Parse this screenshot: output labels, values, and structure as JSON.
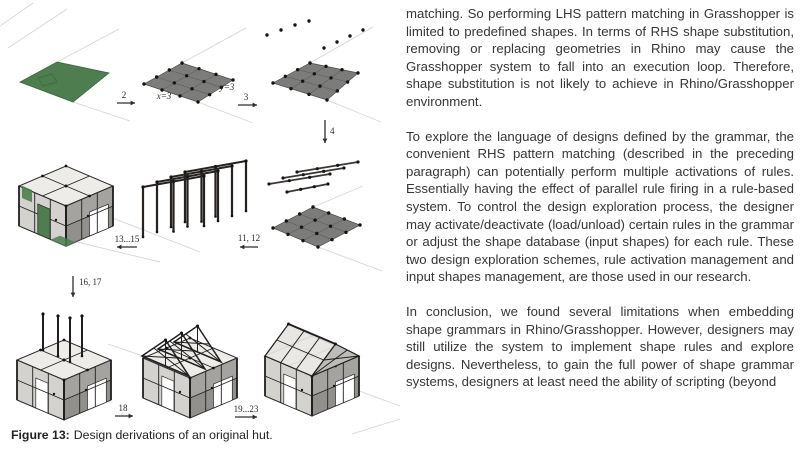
{
  "figure": {
    "caption": {
      "label": "Figure 13:",
      "text": "Design derivations of an original hut."
    },
    "labels": {
      "step_2": "2",
      "x_dim": "x=3",
      "y_dim": "y=3",
      "step_3": "3",
      "step_4": "4",
      "step_11_12": "11, 12",
      "step_13_15": "13...15",
      "step_16_17": "16, 17",
      "step_18": "18",
      "step_19_23": "19...23"
    },
    "colors": {
      "ground_green": "#4e7e50",
      "plane_gray": "#7c7c7a",
      "frame_dark": "#262220",
      "dot_black": "#151515"
    }
  },
  "article": {
    "paragraphs": [
      "matching. So performing LHS pattern matching in Grasshopper is limited to predefined shapes. In terms of RHS shape substitution, removing or replacing geometries in Rhino may cause the Grasshopper system to fall into an execution loop. Therefore, shape substitution is not likely to achieve in Rhino/Grasshopper environment.",
      "To explore the language of designs defined by the grammar, the convenient RHS pattern matching (described in the preceding paragraph) can potentially perform multiple activations of rules. Essentially having the effect of parallel rule firing in a rule-based system. To control the design exploration process, the designer may activate/deactivate (load/unload) certain rules in the grammar or adjust the shape database (input shapes) for each rule. These two design exploration schemes, rule activation management and input shapes management, are those used in our research.",
      "In conclusion, we found several limitations when embedding shape grammars in Rhino/Grasshopper. However, designers may still utilize the system to implement shape rules and explore designs. Nevertheless, to gain the full power of shape grammar systems, designers at least need the ability of scripting (beyond"
    ]
  }
}
